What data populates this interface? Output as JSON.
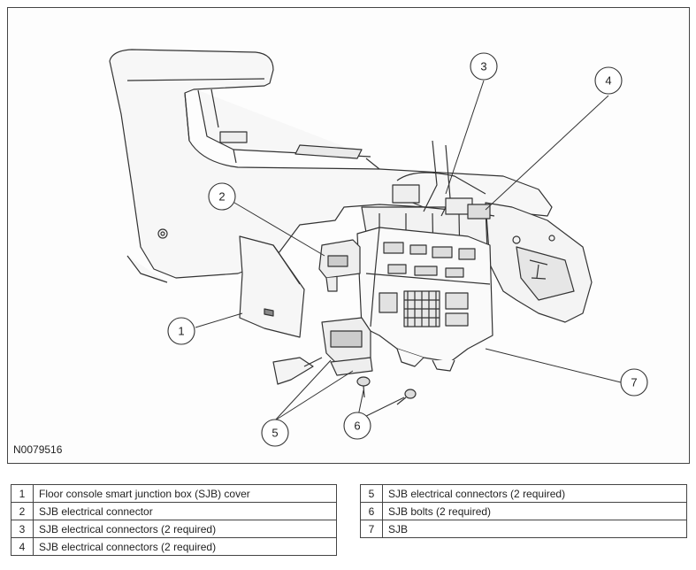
{
  "figure_id": "N0079516",
  "callouts": [
    {
      "num": "1"
    },
    {
      "num": "2"
    },
    {
      "num": "3"
    },
    {
      "num": "4"
    },
    {
      "num": "5"
    },
    {
      "num": "6"
    },
    {
      "num": "7"
    }
  ],
  "legend_left": [
    {
      "num": "1",
      "desc": "Floor console smart junction box (SJB) cover"
    },
    {
      "num": "2",
      "desc": "SJB electrical connector"
    },
    {
      "num": "3",
      "desc": "SJB electrical connectors (2 required)"
    },
    {
      "num": "4",
      "desc": "SJB electrical connectors (2 required)"
    }
  ],
  "legend_right": [
    {
      "num": "5",
      "desc": "SJB electrical connectors (2 required)"
    },
    {
      "num": "6",
      "desc": "SJB bolts (2 required)"
    },
    {
      "num": "7",
      "desc": "SJB"
    }
  ]
}
